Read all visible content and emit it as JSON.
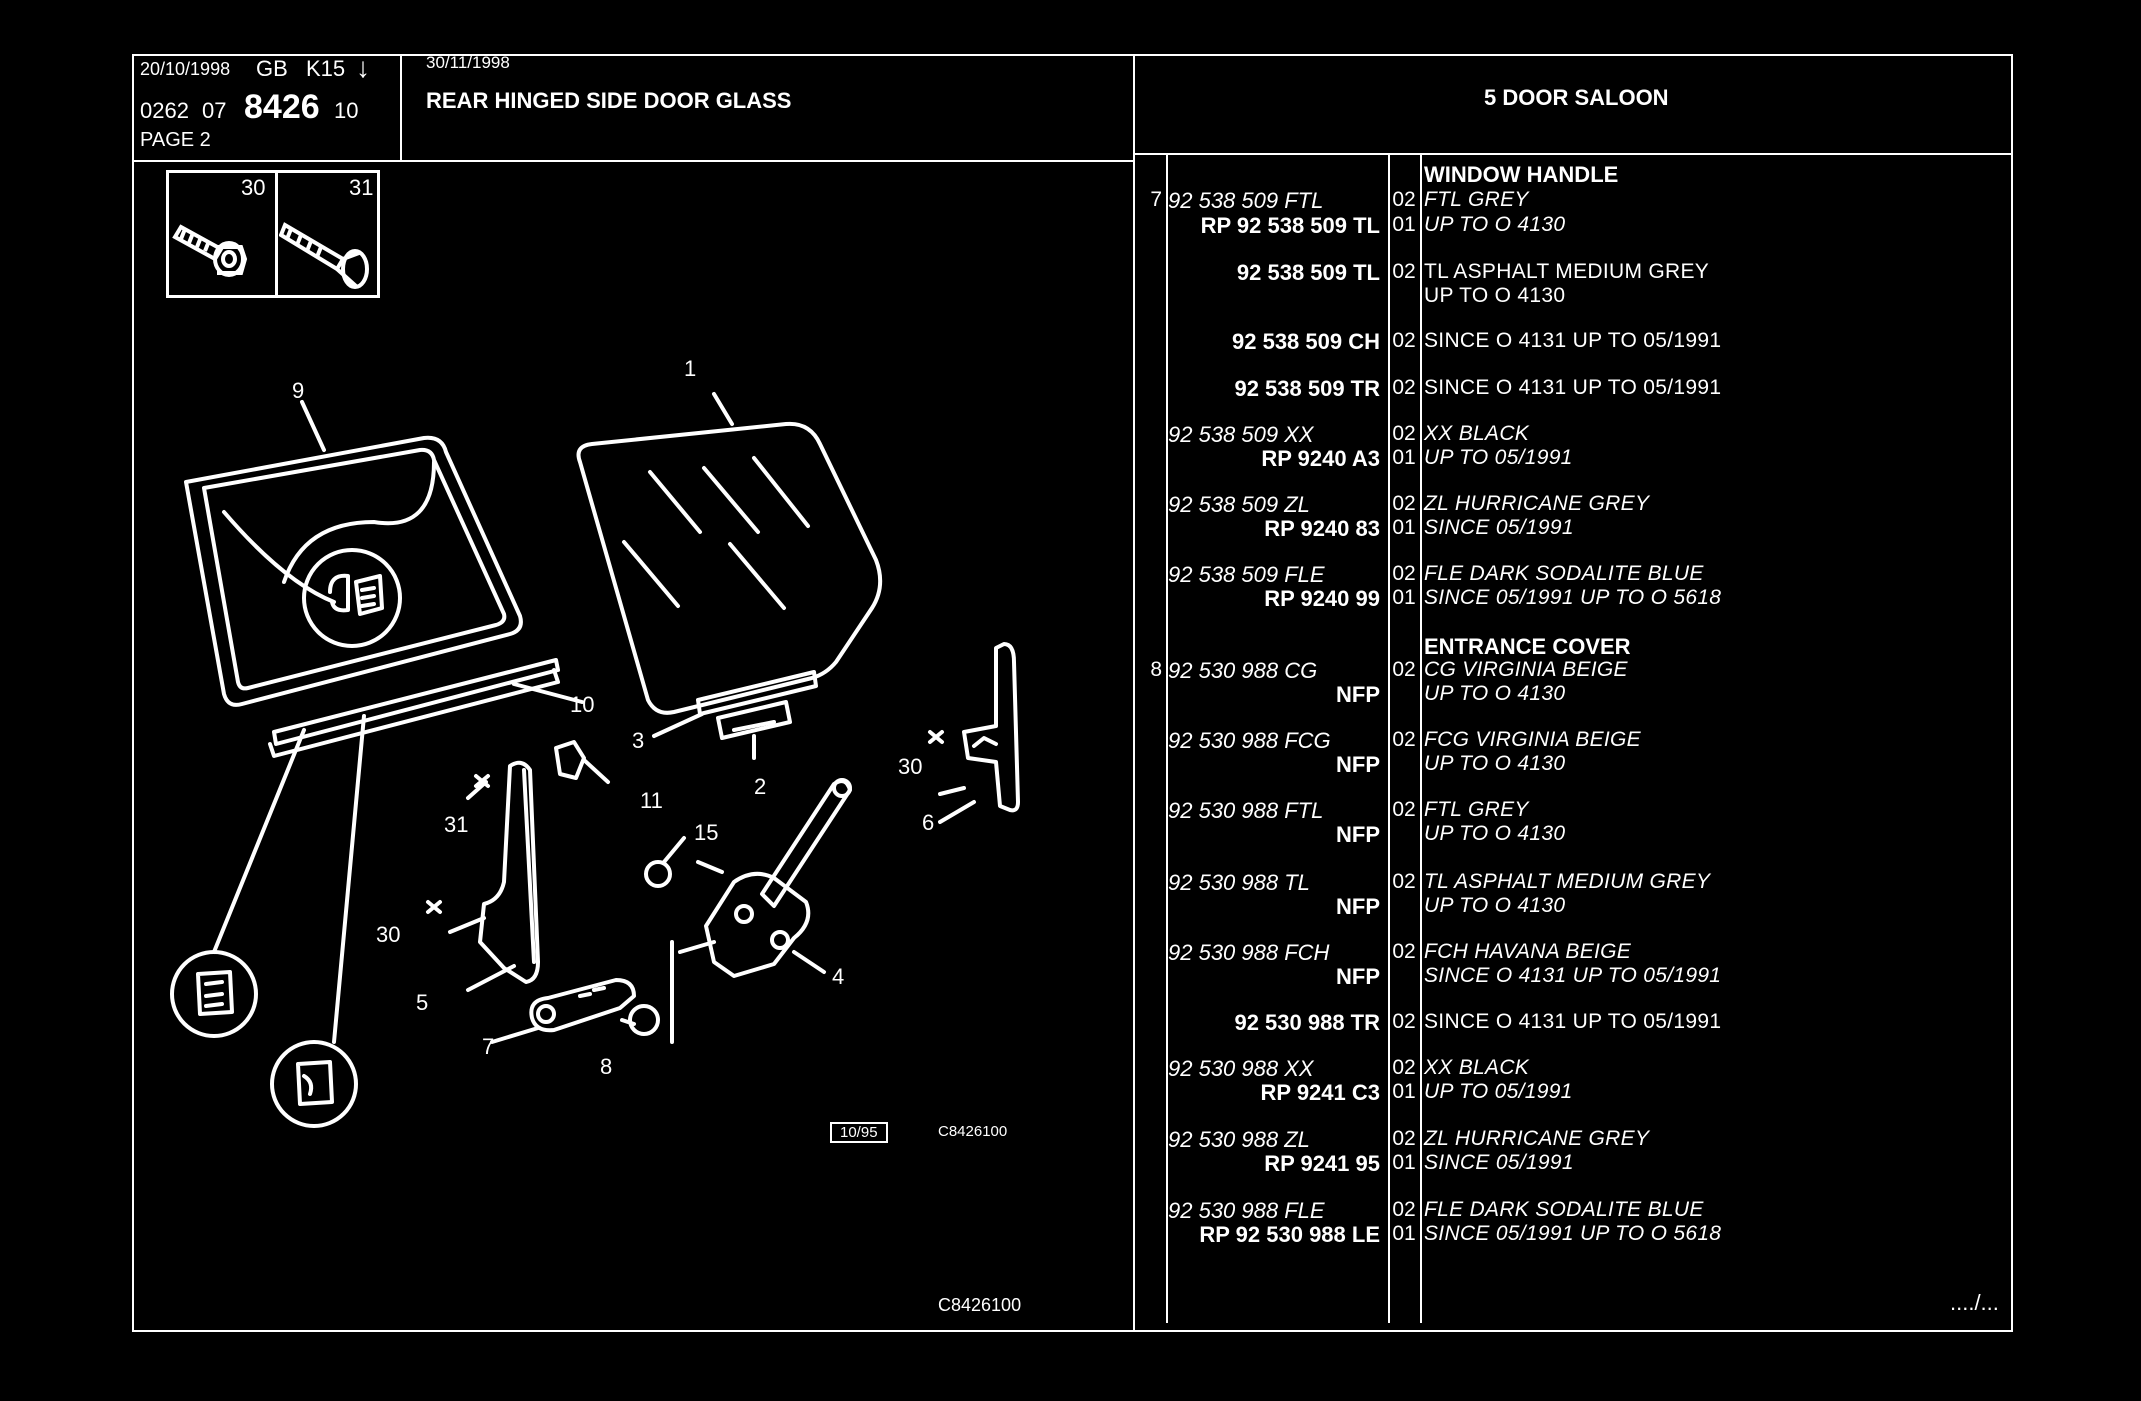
{
  "header": {
    "date_left": "20/10/1998",
    "country": "GB",
    "model": "K15",
    "arrow": "↓",
    "code_a": "0262",
    "code_b": "07",
    "group": "8426",
    "code_c": "10",
    "page": "PAGE 2",
    "date_right": "30/11/1998",
    "title": "REAR HINGED SIDE DOOR GLASS",
    "body_type": "5 DOOR SALOON"
  },
  "inset": {
    "left_no": "30",
    "right_no": "31"
  },
  "callouts": {
    "c1": "1",
    "c2": "2",
    "c3": "3",
    "c4": "4",
    "c5": "5",
    "c6": "6",
    "c7": "7",
    "c8": "8",
    "c9": "9",
    "c10": "10",
    "c11": "11",
    "c15": "15",
    "c30a": "30",
    "c30b": "30",
    "c31": "31"
  },
  "diagram_footer": {
    "date_box": "10/95",
    "ref_inline": "C8426100",
    "ref_bottom": "C8426100"
  },
  "parts": [
    {
      "type": "section",
      "text": "WINDOW HANDLE"
    },
    {
      "ref": "7",
      "part": "92 538 509 FTL",
      "italic": true,
      "qty": "02",
      "desc": "FTL GREY",
      "desc_italic": true
    },
    {
      "ref": "",
      "part": "RP  92 538 509 TL",
      "bold": true,
      "qty": "01",
      "desc": "UP TO O 4130",
      "desc_italic": true
    },
    {
      "ref": "",
      "part": "92 538 509 TL",
      "bold": true,
      "qty": "02",
      "desc": "TL ASPHALT MEDIUM GREY"
    },
    {
      "ref": "",
      "part": "",
      "qty": "",
      "desc": "UP TO O 4130"
    },
    {
      "ref": "",
      "part": "92 538 509 CH",
      "bold": true,
      "qty": "02",
      "desc": "SINCE O 4131 UP TO 05/1991"
    },
    {
      "ref": "",
      "part": "92 538 509 TR",
      "bold": true,
      "qty": "02",
      "desc": "SINCE O 4131 UP TO 05/1991"
    },
    {
      "ref": "",
      "part": "92 538 509 XX",
      "italic": true,
      "qty": "02",
      "desc": "XX BLACK",
      "desc_italic": true
    },
    {
      "ref": "",
      "part": "RP  9240 A3",
      "bold": true,
      "qty": "01",
      "desc": "UP TO 05/1991",
      "desc_italic": true
    },
    {
      "ref": "",
      "part": "92 538 509 ZL",
      "italic": true,
      "qty": "02",
      "desc": "ZL HURRICANE GREY",
      "desc_italic": true
    },
    {
      "ref": "",
      "part": "RP  9240 83",
      "bold": true,
      "qty": "01",
      "desc": "SINCE 05/1991",
      "desc_italic": true
    },
    {
      "ref": "",
      "part": "92 538 509 FLE",
      "italic": true,
      "qty": "02",
      "desc": "FLE DARK SODALITE BLUE",
      "desc_italic": true
    },
    {
      "ref": "",
      "part": "RP  9240 99",
      "bold": true,
      "qty": "01",
      "desc": "SINCE 05/1991 UP TO O 5618",
      "desc_italic": true
    },
    {
      "type": "section",
      "text": "ENTRANCE COVER"
    },
    {
      "ref": "8",
      "part": "92 530 988 CG",
      "italic": true,
      "qty": "02",
      "desc": "CG VIRGINIA BEIGE",
      "desc_italic": true
    },
    {
      "ref": "",
      "part": "NFP",
      "bold": true,
      "qty": "",
      "desc": "UP TO O 4130",
      "desc_italic": true
    },
    {
      "ref": "",
      "part": "92 530 988 FCG",
      "italic": true,
      "qty": "02",
      "desc": "FCG VIRGINIA BEIGE",
      "desc_italic": true
    },
    {
      "ref": "",
      "part": "NFP",
      "bold": true,
      "qty": "",
      "desc": "UP TO O 4130",
      "desc_italic": true
    },
    {
      "ref": "",
      "part": "92 530 988 FTL",
      "italic": true,
      "qty": "02",
      "desc": "FTL GREY",
      "desc_italic": true
    },
    {
      "ref": "",
      "part": "NFP",
      "bold": true,
      "qty": "",
      "desc": "UP TO O 4130",
      "desc_italic": true
    },
    {
      "ref": "",
      "part": "92 530 988 TL",
      "italic": true,
      "qty": "02",
      "desc": "TL ASPHALT MEDIUM GREY",
      "desc_italic": true
    },
    {
      "ref": "",
      "part": "NFP",
      "bold": true,
      "qty": "",
      "desc": "UP TO O 4130",
      "desc_italic": true
    },
    {
      "ref": "",
      "part": "92 530 988 FCH",
      "italic": true,
      "qty": "02",
      "desc": "FCH HAVANA BEIGE",
      "desc_italic": true
    },
    {
      "ref": "",
      "part": "NFP",
      "bold": true,
      "qty": "",
      "desc": "SINCE O 4131 UP TO 05/1991",
      "desc_italic": true
    },
    {
      "ref": "",
      "part": "92 530 988 TR",
      "bold": true,
      "qty": "02",
      "desc": "SINCE O 4131 UP TO 05/1991"
    },
    {
      "ref": "",
      "part": "92 530 988 XX",
      "italic": true,
      "qty": "02",
      "desc": "XX BLACK",
      "desc_italic": true
    },
    {
      "ref": "",
      "part": "RP  9241 C3",
      "bold": true,
      "qty": "01",
      "desc": "UP TO 05/1991",
      "desc_italic": true
    },
    {
      "ref": "",
      "part": "92 530 988 ZL",
      "italic": true,
      "qty": "02",
      "desc": "ZL HURRICANE GREY",
      "desc_italic": true
    },
    {
      "ref": "",
      "part": "RP  9241 95",
      "bold": true,
      "qty": "01",
      "desc": "SINCE 05/1991",
      "desc_italic": true
    },
    {
      "ref": "",
      "part": "92 530 988 FLE",
      "italic": true,
      "qty": "02",
      "desc": "FLE DARK SODALITE BLUE",
      "desc_italic": true
    },
    {
      "ref": "",
      "part": "RP  92 530 988 LE",
      "bold": true,
      "qty": "01",
      "desc": "SINCE 05/1991 UP TO O 5618",
      "desc_italic": true
    }
  ],
  "continued": "..../..."
}
